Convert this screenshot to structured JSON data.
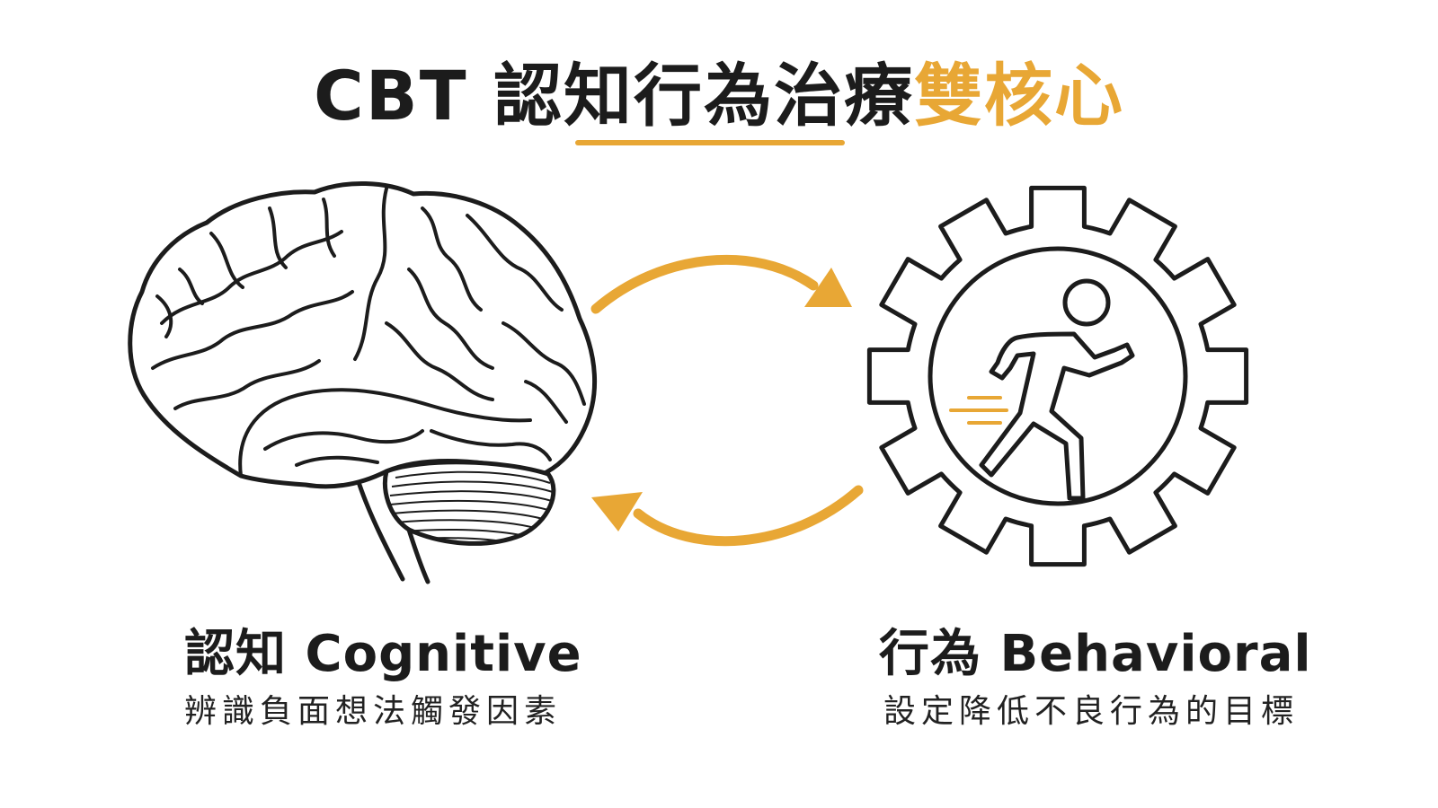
{
  "title": {
    "main": "CBT 認知行為治療",
    "accent": "雙核心"
  },
  "cognitive": {
    "label": "認知 Cognitive",
    "description": "辨識負面想法觸發因素",
    "icon": "brain-icon"
  },
  "behavioral": {
    "label": "行為 Behavioral",
    "description": "設定降低不良行為的目標",
    "icon": "gear-running-person-icon"
  },
  "cycle": {
    "icons": [
      "arrow-right-curved-icon",
      "arrow-left-curved-icon"
    ]
  },
  "colors": {
    "accent": "#E8A735",
    "ink": "#1c1c1c",
    "background": "#ffffff"
  }
}
